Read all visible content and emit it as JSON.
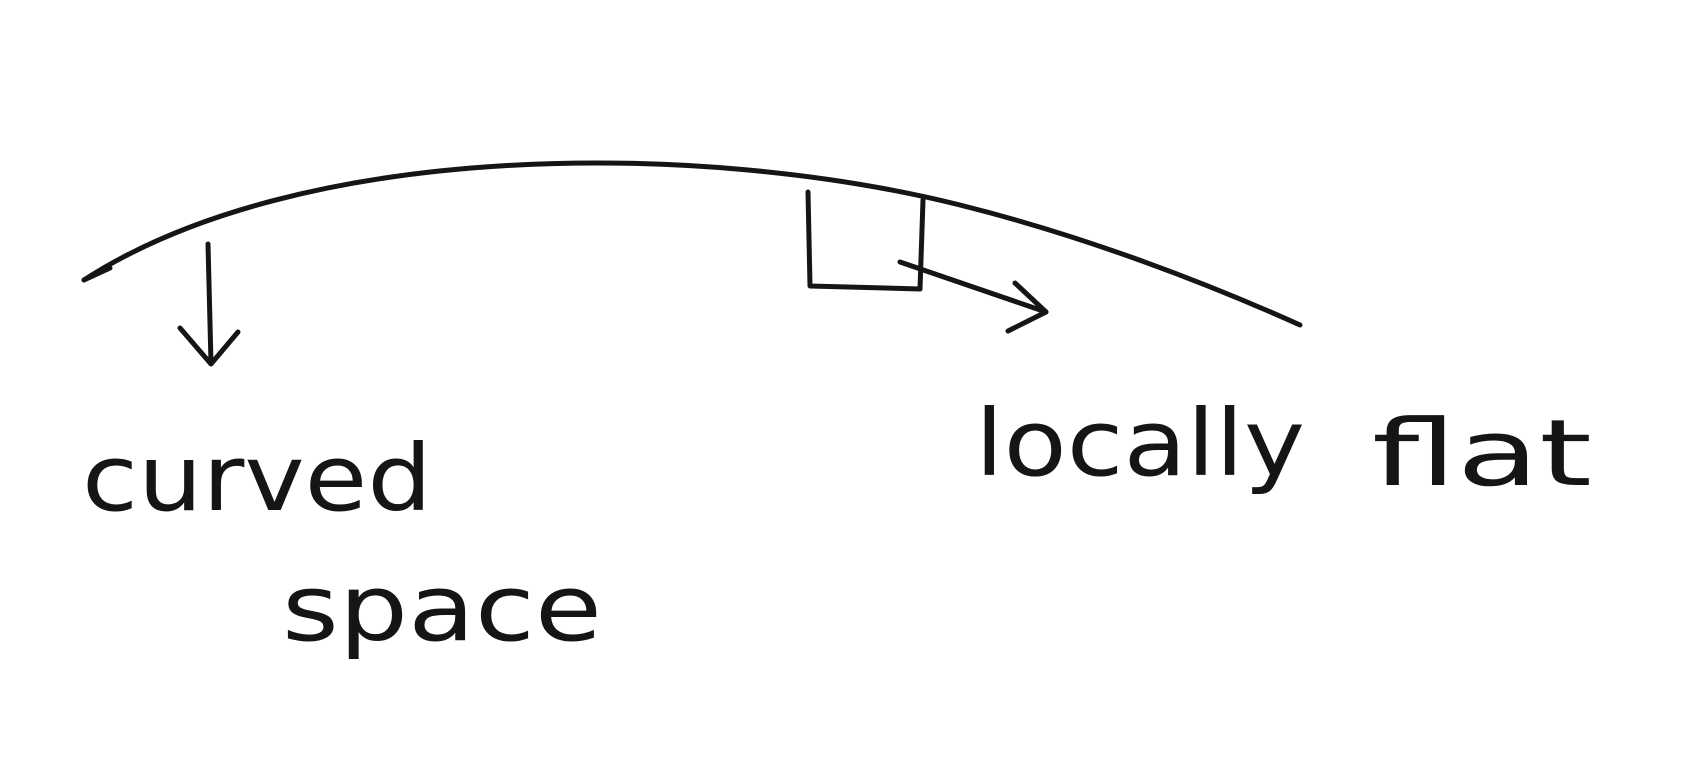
{
  "diagram": {
    "labels": {
      "curved_line1": "curved",
      "curved_line2": "space",
      "locally": "locally",
      "flat": "flat"
    },
    "ink_color": "#151515",
    "background": "#ffffff"
  }
}
